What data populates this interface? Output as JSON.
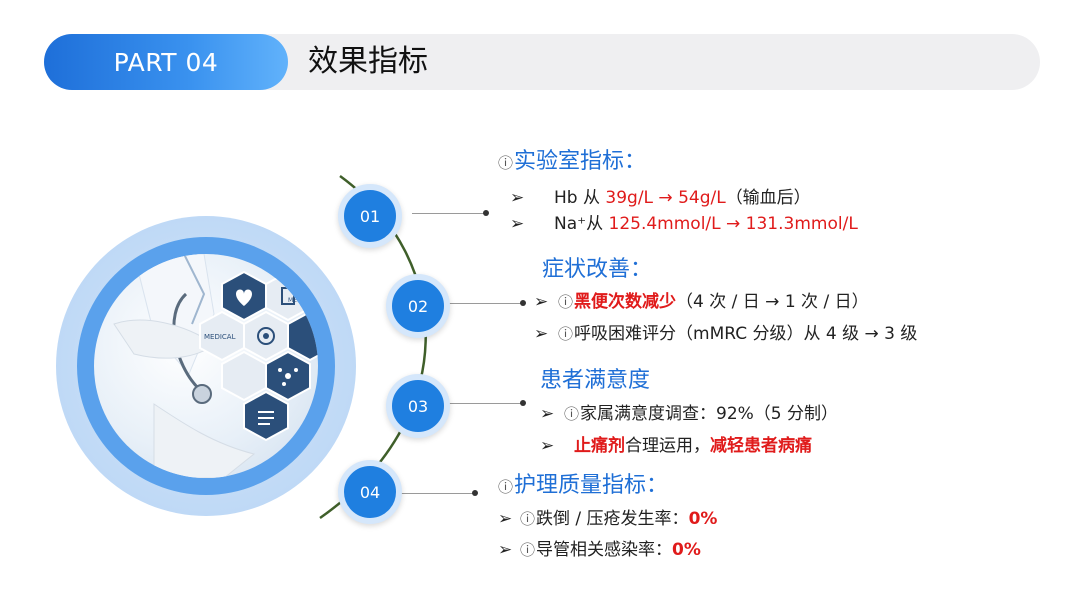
{
  "header": {
    "part_label": "PART 04",
    "title": "效果指标"
  },
  "nodes": [
    "01",
    "02",
    "03",
    "04"
  ],
  "sections": {
    "lab": {
      "icon": "ⓘ",
      "title": "实验室指标：",
      "b1_arrow": "➢",
      "b1_prefix": "Hb 从 ",
      "b1_highlight": "39g/L → 54g/L",
      "b1_suffix": "（输血后）",
      "b2_arrow": "➢",
      "b2_prefix": "Na⁺从 ",
      "b2_highlight": "125.4mmol/L → 131.3mmol/L"
    },
    "symptom": {
      "title": "症状改善：",
      "b1_arrow": "➢",
      "b1_icon": "ⓘ",
      "b1_highlight": "黑便次数减少",
      "b1_suffix": "（4 次 / 日 → 1 次 / 日）",
      "b2_arrow": "➢",
      "b2_icon": "ⓘ",
      "b2_text": "呼吸困难评分（mMRC 分级）从 4 级 → 3 级"
    },
    "satisfaction": {
      "title": "患者满意度",
      "b1_arrow": "➢",
      "b1_icon": "ⓘ",
      "b1_text": "家属满意度调查：92%（5 分制）",
      "b2_arrow": "➢",
      "b2_highlight1": "止痛剂",
      "b2_mid": "合理运用，",
      "b2_highlight2": "减轻患者病痛"
    },
    "quality": {
      "icon": "ⓘ",
      "title": "护理质量指标：",
      "b1_arrow": "➢",
      "b1_icon": "ⓘ",
      "b1_text": "跌倒 / 压疮发生率：",
      "b1_value": "0%",
      "b2_arrow": "➢",
      "b2_icon": "ⓘ",
      "b2_text": "导管相关感染率：",
      "b2_value": "0%"
    }
  },
  "illustration": {
    "badge": "MEDICAL",
    "badge2": "MEDIC"
  },
  "colors": {
    "accent": "#1f6fd6",
    "highlight": "#e01b1b",
    "arc": "#3f5f2a"
  }
}
